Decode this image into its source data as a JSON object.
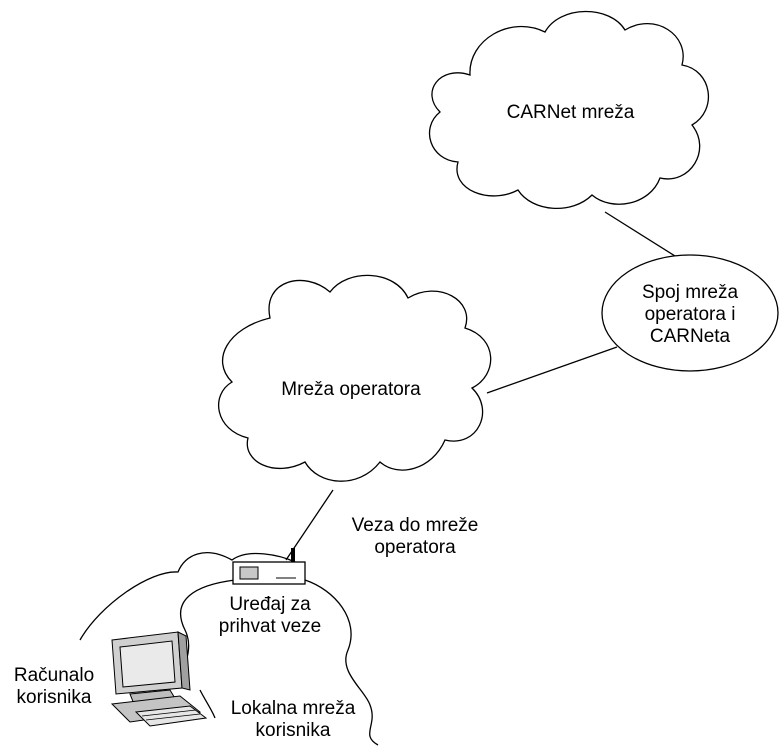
{
  "nodes": {
    "carnet_cloud": {
      "label": "CARNet mreža"
    },
    "interconnect": {
      "lines": [
        "Spoj mreža",
        "operatora i",
        "CARNeta"
      ]
    },
    "operator_cloud": {
      "label": "Mreža operatora"
    },
    "access_device": {
      "lines": [
        "Uređaj za",
        "prihvat veze"
      ]
    },
    "user_computer": {
      "lines": [
        "Računalo",
        "korisnika"
      ]
    }
  },
  "links": {
    "operator_link": {
      "lines": [
        "Veza do mreže",
        "operatora"
      ]
    }
  },
  "regions": {
    "local_network": {
      "lines": [
        "Lokalna mreža",
        "korisnika"
      ]
    }
  }
}
